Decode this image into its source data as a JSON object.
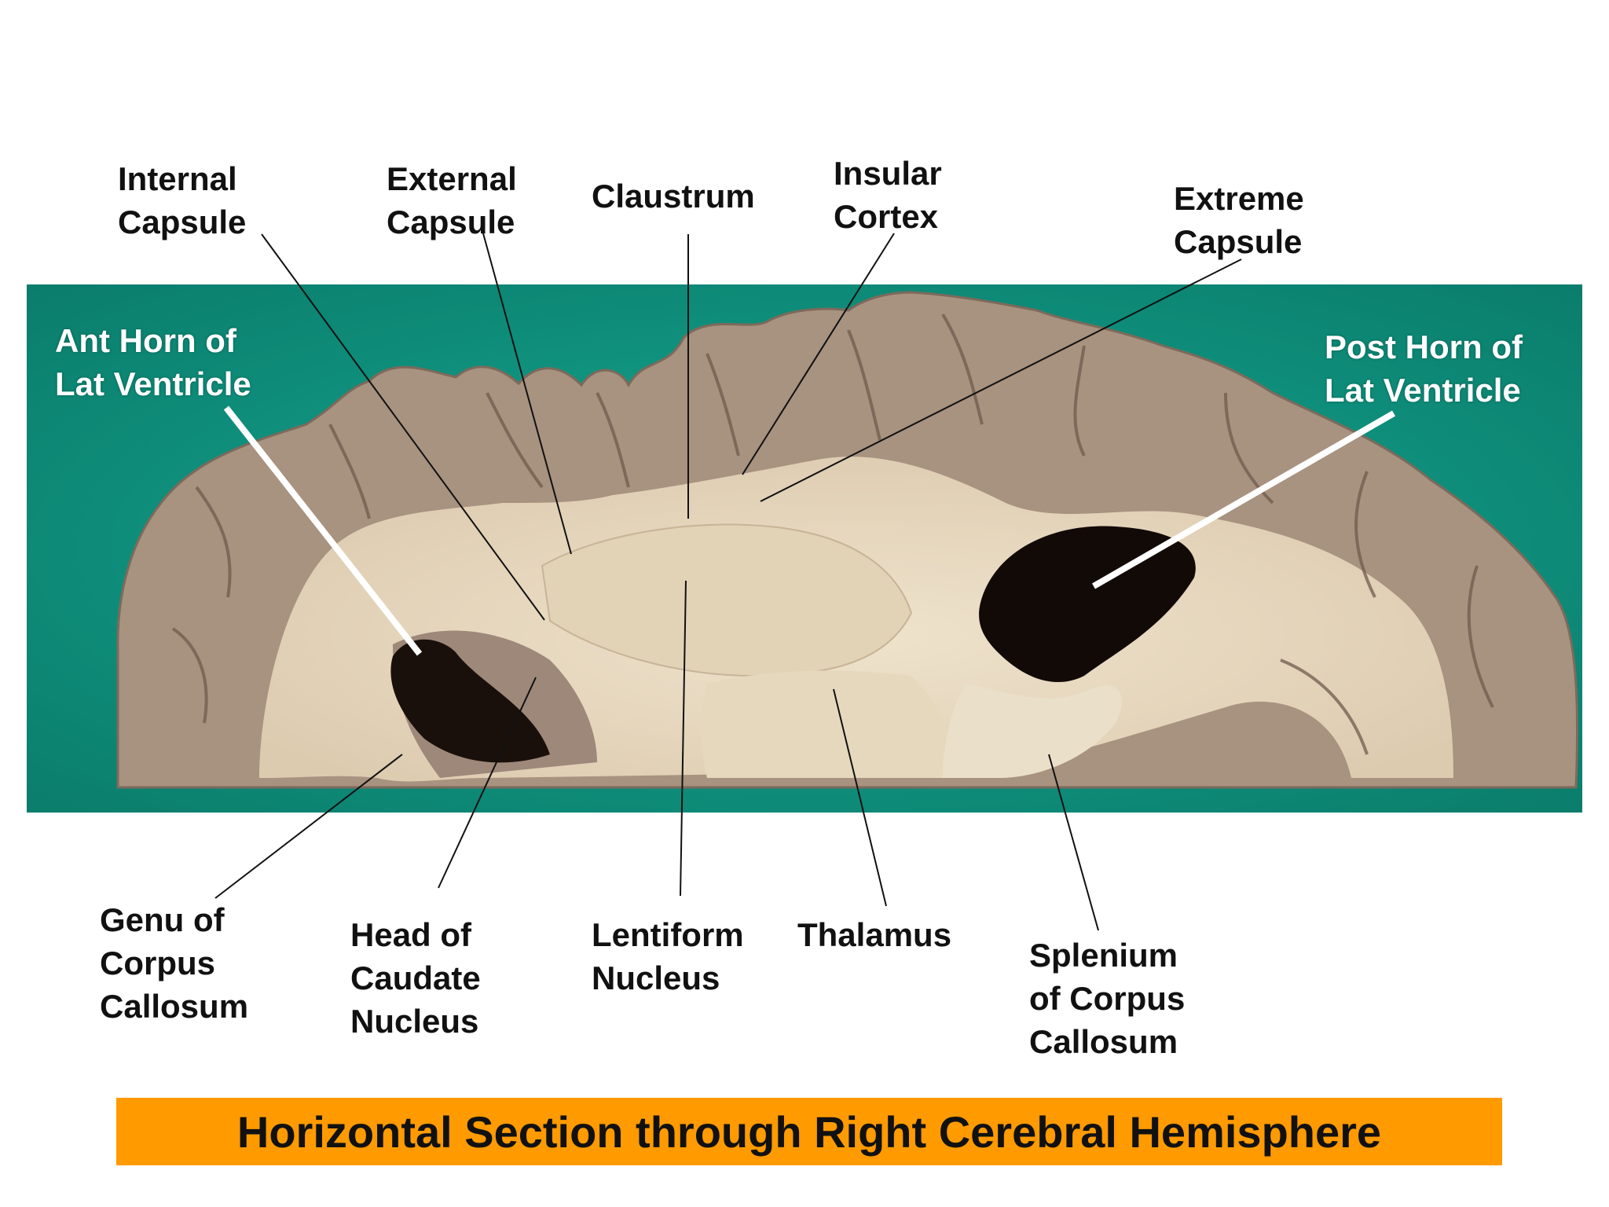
{
  "labels": {
    "internal_capsule": [
      "Internal",
      "Capsule"
    ],
    "external_capsule": [
      "External",
      "Capsule"
    ],
    "claustrum": [
      "Claustrum"
    ],
    "insular_cortex": [
      "Insular",
      "Cortex"
    ],
    "extreme_capsule": [
      "Extreme",
      "Capsule"
    ],
    "ant_horn": [
      "Ant Horn of",
      "Lat Ventricle"
    ],
    "post_horn": [
      "Post Horn of",
      "Lat Ventricle"
    ],
    "genu": [
      "Genu of",
      "Corpus",
      "Callosum"
    ],
    "head_caudate": [
      "Head of",
      "Caudate",
      "Nucleus"
    ],
    "lentiform": [
      "Lentiform",
      "Nucleus"
    ],
    "thalamus": [
      "Thalamus"
    ],
    "splenium": [
      "Splenium",
      "of Corpus",
      "Callosum"
    ]
  },
  "title": "Horizontal Section through Right Cerebral Hemisphere",
  "colors": {
    "background_cloth": "#0f9b86",
    "tissue": "#e9dcc3",
    "gray_matter": "#a48e7c",
    "ventricle": "#140c08",
    "banner": "#ff9a00"
  }
}
